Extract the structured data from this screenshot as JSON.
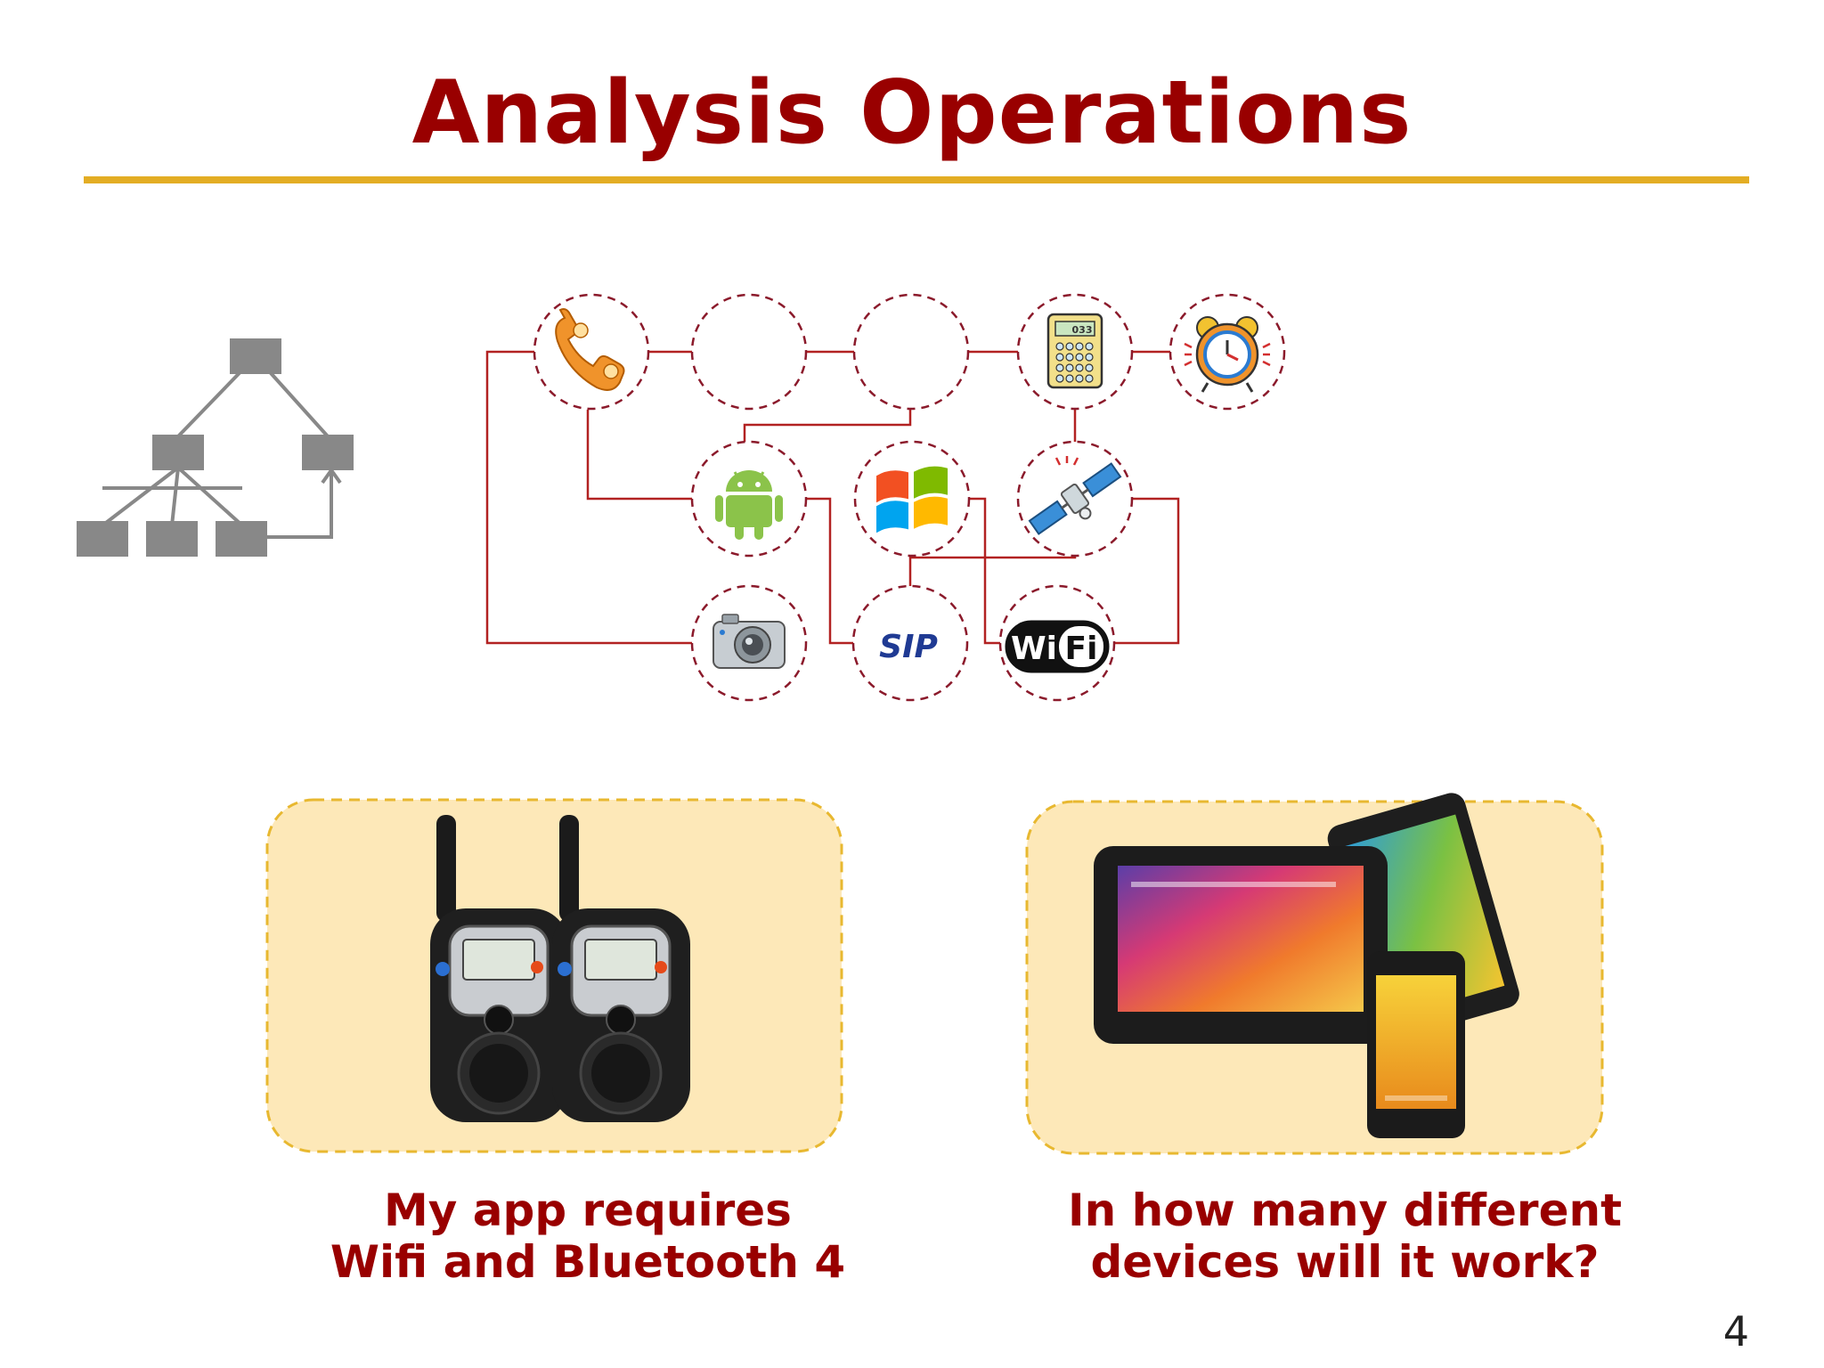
{
  "slide": {
    "title": "Analysis Operations",
    "page_number": "4"
  },
  "diagram": {
    "nodes": [
      {
        "id": "phone",
        "icon": "phone-icon",
        "label": ""
      },
      {
        "id": "empty1",
        "icon": "",
        "label": ""
      },
      {
        "id": "empty2",
        "icon": "",
        "label": ""
      },
      {
        "id": "calculator",
        "icon": "calculator-icon",
        "label": "033"
      },
      {
        "id": "alarm",
        "icon": "alarm-clock-icon",
        "label": ""
      },
      {
        "id": "android",
        "icon": "android-icon",
        "label": ""
      },
      {
        "id": "windows",
        "icon": "windows-logo-icon",
        "label": ""
      },
      {
        "id": "satellite",
        "icon": "satellite-icon",
        "label": ""
      },
      {
        "id": "camera",
        "icon": "camera-icon",
        "label": ""
      },
      {
        "id": "sip",
        "icon": "sip-icon",
        "label": "SIP"
      },
      {
        "id": "wifi",
        "icon": "wifi-logo-icon",
        "label_left": "Wi",
        "label_right": "Fi"
      }
    ],
    "line_color": "#b22222",
    "circle_stroke": "#8b1a2b"
  },
  "panels": {
    "left": {
      "image": "walkie-talkies",
      "caption_line1": "My app requires",
      "caption_line2": "Wifi and Bluetooth 4"
    },
    "right": {
      "image": "tablets-and-phone",
      "caption_line1": "In how many different",
      "caption_line2": "devices will it work?"
    }
  },
  "colors": {
    "title": "#990000",
    "rule": "#e3ad24",
    "panel_fill": "#fde8b8",
    "panel_border": "#e8b830",
    "tree_gray": "#888888"
  }
}
